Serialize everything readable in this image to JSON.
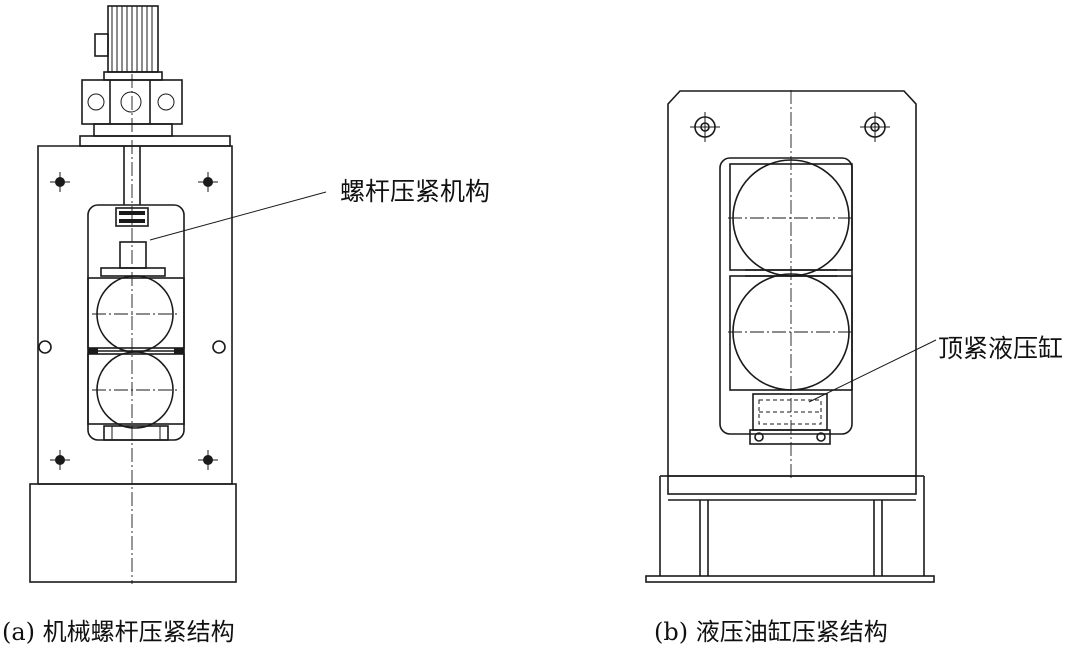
{
  "figure_a": {
    "label": "螺杆压紧机构",
    "caption": "(a) 机械螺杆压紧结构"
  },
  "figure_b": {
    "label": "顶紧液压缸",
    "caption": "(b) 液压油缸压紧结构"
  },
  "colors": {
    "line": "#1a1a1a",
    "background": "#ffffff"
  }
}
